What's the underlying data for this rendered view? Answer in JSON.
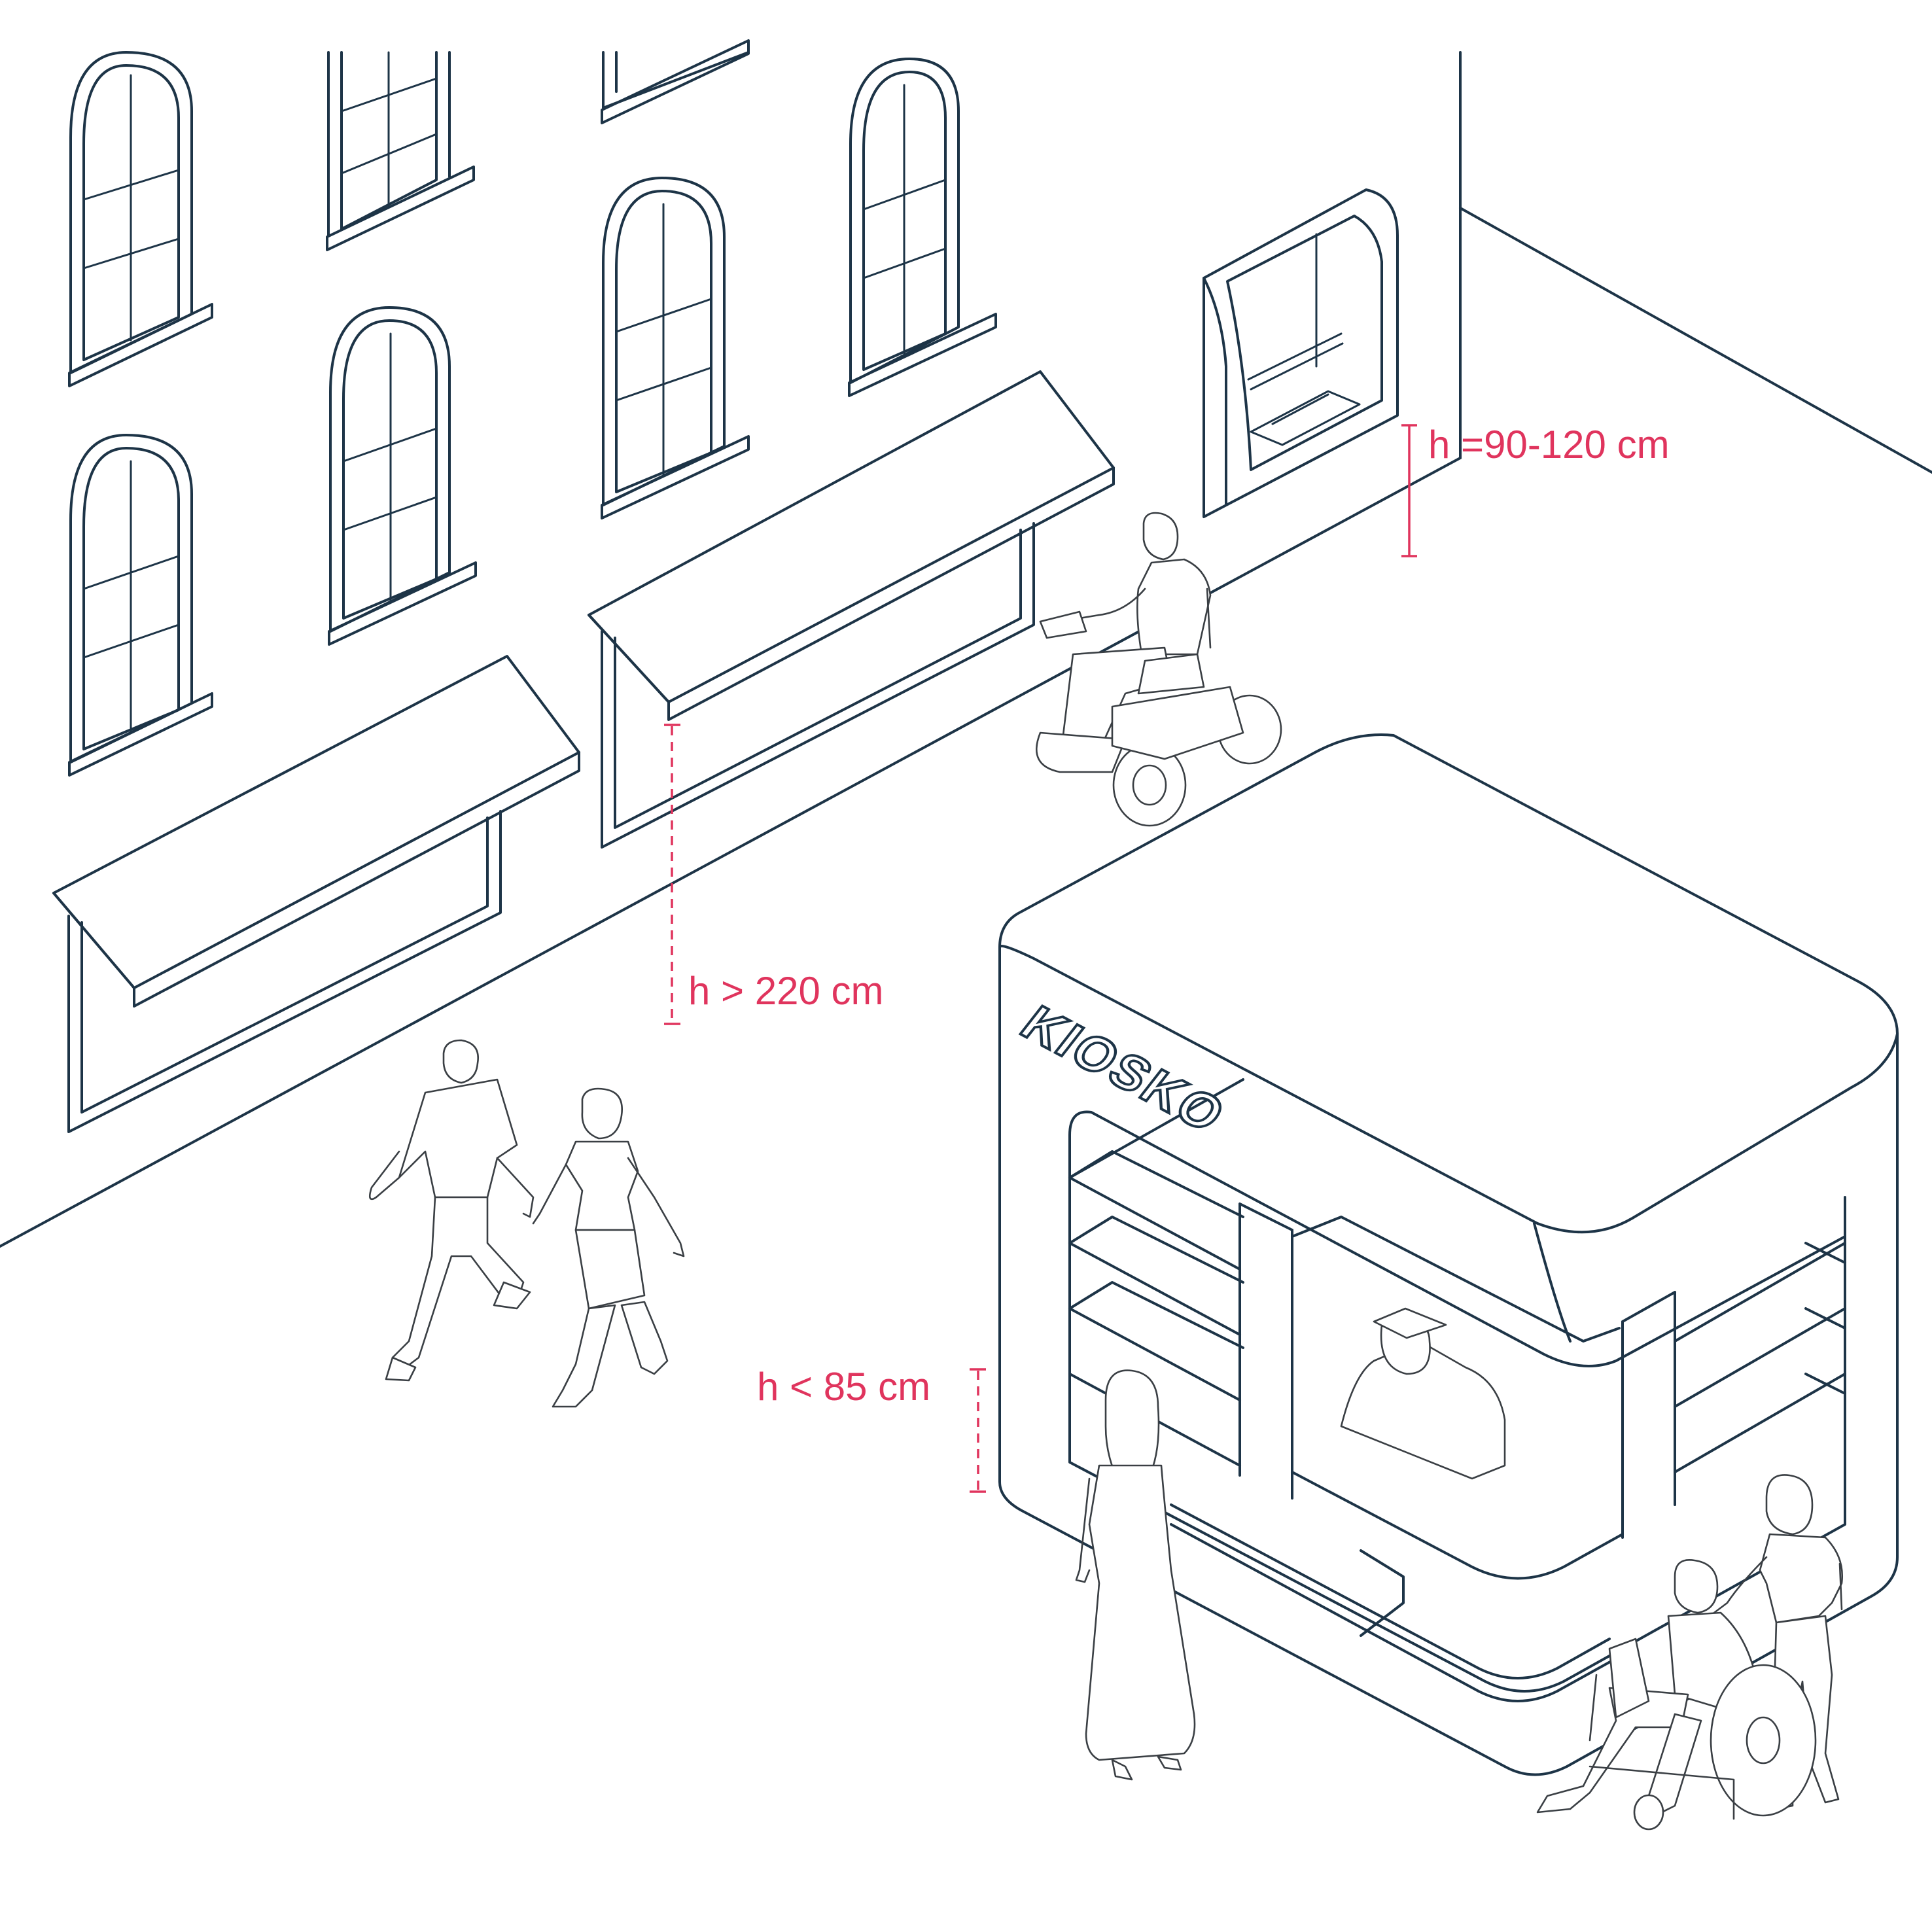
{
  "kiosk": {
    "sign_text": "KIOSKO"
  },
  "measurements": {
    "atm": {
      "label": "h =90-120 cm"
    },
    "awning": {
      "label": "h > 220 cm"
    },
    "counter": {
      "label": "h < 85 cm"
    }
  },
  "colors": {
    "line_art": "#1d3447",
    "people": "#3a3f44",
    "measurement_accent": "#e0345d",
    "background": "#ffffff"
  }
}
